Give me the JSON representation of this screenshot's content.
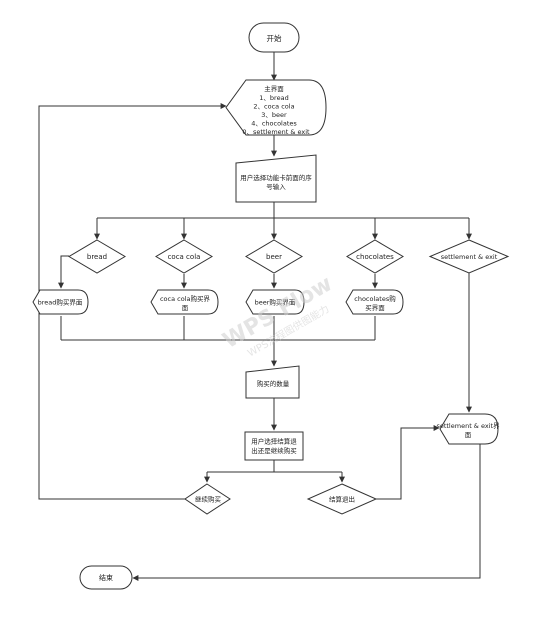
{
  "nodes": {
    "start": "开始",
    "main_title": "主界面",
    "menu": [
      "1、bread",
      "2、coca cola",
      "3、beer",
      "4、chocolates",
      "0、settlement & exit"
    ],
    "input_line1": "用户选择功能卡前面的序",
    "input_line2": "号输入",
    "bread": "bread",
    "coca_cola": "coca cola",
    "beer": "beer",
    "chocolates": "chocolates",
    "settle_exit": "settlement & exit",
    "bread_ui": "bread购买界面",
    "coca_ui_line1": "coca cola购买界",
    "coca_ui_line2": "面",
    "beer_ui": "beer购买界面",
    "choc_ui_line1": "chocolates购",
    "choc_ui_line2": "买界面",
    "quantity": "购买的数量",
    "choose_line1": "用户选择结算退",
    "choose_line2": "出还是继续购买",
    "continue_buy": "继续购买",
    "settle_out": "结算退出",
    "settle_ui_line1": "settlement & exit界",
    "settle_ui_line2": "面",
    "end": "结束"
  },
  "watermark": {
    "line1": "WPS Flow",
    "line2": "WPS流程图供图能力"
  },
  "colors": {
    "stroke": "#333333",
    "fill": "#ffffff",
    "text": "#222222"
  }
}
